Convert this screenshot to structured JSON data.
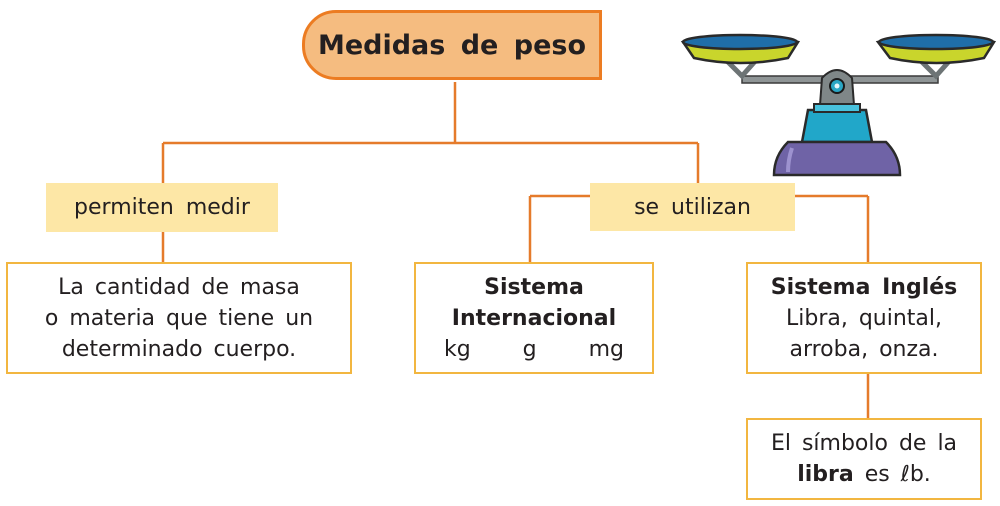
{
  "title": "Medidas de peso",
  "left_branch": {
    "connector": "permiten medir",
    "description": [
      "La cantidad de masa",
      "o materia que tiene un",
      "determinado cuerpo."
    ]
  },
  "right_branch": {
    "connector": "se utilizan",
    "si": {
      "title_line1": "Sistema",
      "title_line2": "Internacional",
      "units": [
        "kg",
        "g",
        "mg"
      ]
    },
    "english": {
      "title": "Sistema Inglés",
      "line1": "Libra, quintal,",
      "line2": "arroba, onza."
    },
    "note": {
      "line1": "El símbolo de la",
      "bold_word": "libra",
      "mid": "es",
      "symbol": "ℓb."
    }
  },
  "colors": {
    "connector_line": "#e57b2b",
    "title_fill": "#f5bc80",
    "title_border": "#ec7c22",
    "tag_fill": "#fde7a6",
    "box_border": "#f2b640"
  },
  "icons": [
    "balance-scale-icon"
  ]
}
